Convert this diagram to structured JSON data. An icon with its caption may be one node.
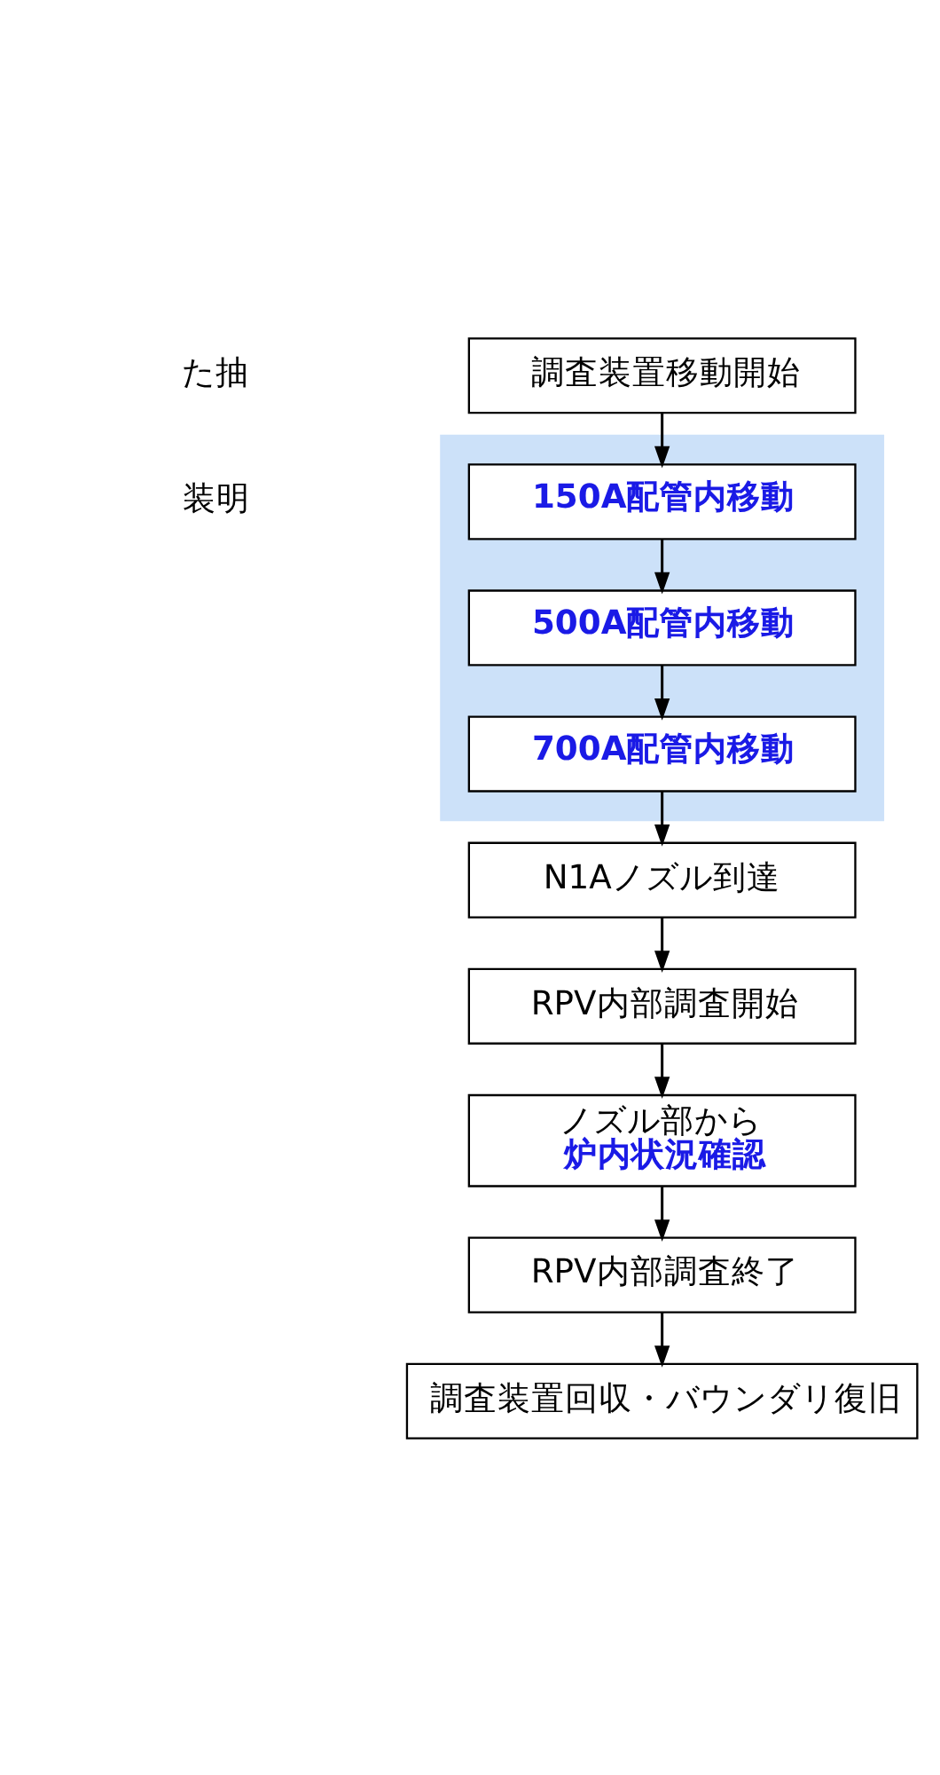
{
  "diagram": {
    "nodes": [
      {
        "text": [
          "調査装置移動開始"
        ]
      },
      {
        "text": [],
        "shape": "box"
      },
      {
        "text": [
          "150A配管内移動"
        ],
        "in": 1
      },
      {
        "text": [
          "500A配管内移動"
        ],
        "in": 1
      },
      {
        "text": [
          "700A配管内移動"
        ],
        "in": 1
      },
      {
        "text": [
          "N1Aノズル到達"
        ]
      },
      {
        "text": [
          "RPV内部調査開始"
        ]
      },
      {
        "text": [
          "ノズル部から",
          "炉内状況確認"
        ]
      },
      {
        "text": [
          "RPV内部調査終了"
        ]
      },
      {
        "text": [
          "調査装置回収・バウンダリ復旧"
        ]
      }
    ],
    "edges": [
      {
        "from": 0,
        "to": 2,
        "arrow": "to"
      },
      {
        "from": 2,
        "to": 3,
        "arrow": "to"
      },
      {
        "from": 3,
        "to": 4,
        "arrow": "to"
      },
      {
        "from": 4,
        "to": 5,
        "arrow": "to"
      },
      {
        "from": 5,
        "to": 6,
        "arrow": "to"
      },
      {
        "from": 6,
        "to": 7,
        "arrow": "to"
      },
      {
        "from": 7,
        "to": 8,
        "arrow": "to"
      },
      {
        "from": 8,
        "to": 9,
        "arrow": "to"
      }
    ],
    "labels": [
      "た抽",
      "装明"
    ]
  }
}
